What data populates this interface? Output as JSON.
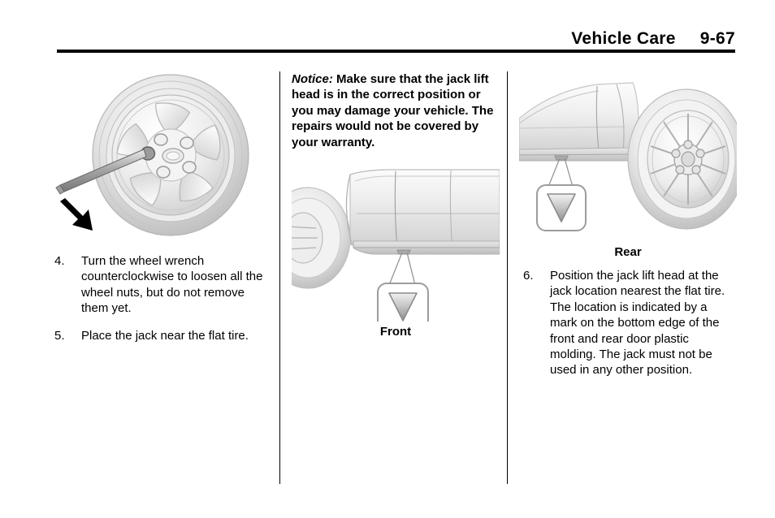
{
  "header": {
    "title": "Vehicle Care",
    "page_number": "9-67"
  },
  "columns": {
    "left": {
      "figure": {
        "name": "wheel-wrench-illustration",
        "alt": "Wheel wrench on wheel nut with counterclockwise arrow"
      },
      "steps": [
        {
          "number": "4.",
          "text": "Turn the wheel wrench counterclockwise to loosen all the wheel nuts, but do not remove them yet."
        },
        {
          "number": "5.",
          "text": "Place the jack near the flat tire."
        }
      ]
    },
    "middle": {
      "notice": {
        "lead": "Notice:",
        "text": "Make sure that the jack lift head is in the correct position or you may damage your vehicle. The repairs would not be covered by your warranty."
      },
      "figure": {
        "name": "front-jack-location-illustration",
        "alt": "Front jack location mark on door plastic molding"
      },
      "caption": "Front"
    },
    "right": {
      "figure": {
        "name": "rear-jack-location-illustration",
        "alt": "Rear jack location mark on door plastic molding"
      },
      "caption": "Rear",
      "steps": [
        {
          "number": "6.",
          "text": "Position the jack lift head at the jack location nearest the flat tire. The location is indicated by a mark on the bottom edge of the front and rear door plastic molding. The jack must not be used in any other position."
        }
      ]
    }
  },
  "colors": {
    "text": "#000000",
    "rule": "#000000",
    "divider": "#000000",
    "page_background": "#ffffff",
    "art_light": "#f2f2f2",
    "art_mid": "#c9c9c9",
    "art_dark": "#8a8a8a",
    "art_line": "#6e6e6e"
  }
}
